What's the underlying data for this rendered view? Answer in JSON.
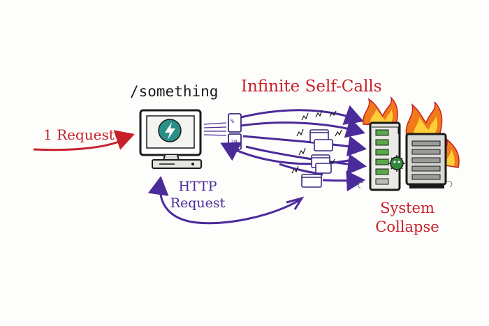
{
  "endpoint_label": "/something",
  "title": "Infinite Self-Calls",
  "incoming_label": "1 Request",
  "http_request_label": {
    "line1": "HTTP",
    "line2": "Request"
  },
  "collapse_label": {
    "line1": "System",
    "line2": "Collapse"
  },
  "document_labels": [
    "%",
    "20"
  ],
  "colors": {
    "accent_red": "#c8202a",
    "arrow_purple": "#4b2a9a",
    "screen_teal": "#2a8f87",
    "fire_orange": "#f07a1a",
    "server_green": "#5aa84a"
  },
  "icons": [
    "monitor-icon",
    "lightning-bolt-icon",
    "server-rack-icon",
    "fire-icon",
    "virus-icon",
    "document-icon"
  ]
}
